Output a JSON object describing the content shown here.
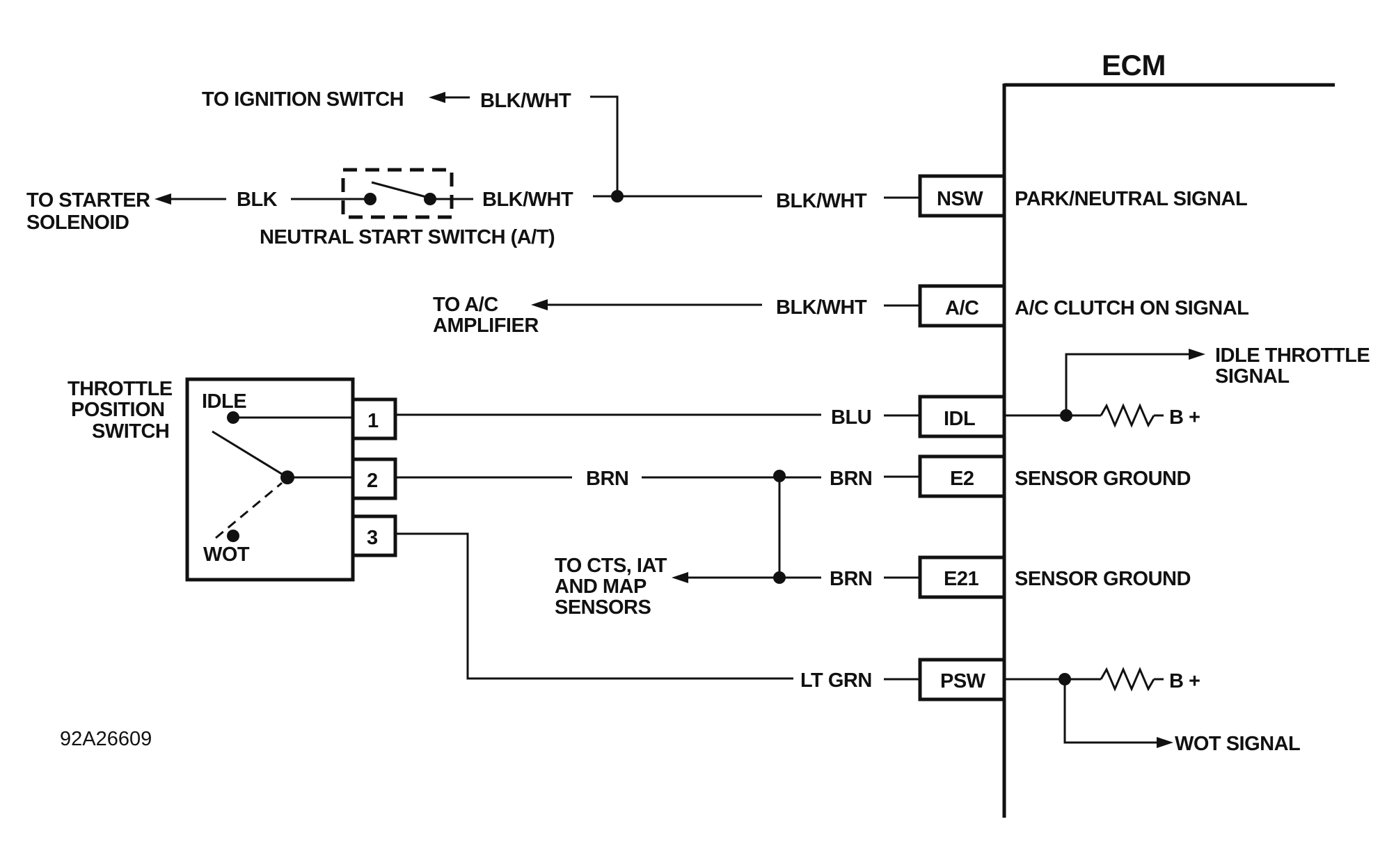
{
  "ecm": {
    "title": "ECM"
  },
  "ignition": {
    "dest": "TO IGNITION SWITCH",
    "wire": "BLK/WHT"
  },
  "starter": {
    "dest_line1": "TO STARTER",
    "dest_line2": "SOLENOID",
    "wire_left": "BLK",
    "wire_right": "BLK/WHT"
  },
  "neutral_switch": {
    "label": "NEUTRAL START SWITCH (A/T)"
  },
  "ac": {
    "dest_line1": "TO A/C",
    "dest_line2": "AMPLIFIER"
  },
  "tps": {
    "label_line1": "THROTTLE",
    "label_line2": "POSITION",
    "label_line3": "SWITCH",
    "idle": "IDLE",
    "wot": "WOT",
    "pin1": "1",
    "pin2": "2",
    "pin3": "3"
  },
  "sensors_dest": {
    "line1": "TO CTS, IAT",
    "line2": "AND MAP",
    "line3": "SENSORS"
  },
  "terminals": [
    {
      "id": "NSW",
      "wire": "BLK/WHT",
      "signal": "PARK/NEUTRAL SIGNAL"
    },
    {
      "id": "A/C",
      "wire": "BLK/WHT",
      "signal": "A/C CLUTCH ON SIGNAL"
    },
    {
      "id": "IDL",
      "wire": "BLU",
      "signal": ""
    },
    {
      "id": "E2",
      "wire": "BRN",
      "signal": "SENSOR GROUND"
    },
    {
      "id": "E21",
      "wire": "BRN",
      "signal": "SENSOR GROUND"
    },
    {
      "id": "PSW",
      "wire": "LT GRN",
      "signal": ""
    }
  ],
  "tps_wire_brn": "BRN",
  "idle_signal": {
    "line1": "IDLE THROTTLE",
    "line2": "SIGNAL",
    "supply": "B +"
  },
  "wot_signal": {
    "label": "WOT SIGNAL",
    "supply": "B +"
  },
  "figure_code": "92A26609",
  "colors": {
    "ink": "#111111",
    "background": "#ffffff"
  }
}
